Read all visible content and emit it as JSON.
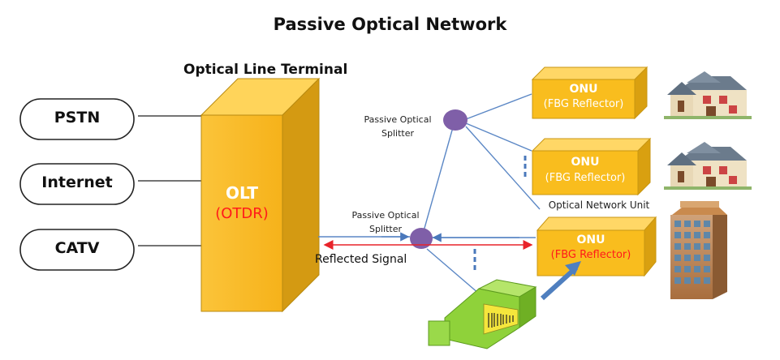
{
  "title": "Passive Optical Network",
  "olt_heading": "Optical Line Terminal",
  "services": [
    "PSTN",
    "Internet",
    "CATV"
  ],
  "olt": {
    "label": "OLT",
    "sublabel": "(OTDR)"
  },
  "splitters": {
    "top": [
      "Passive Optical",
      "Splitter"
    ],
    "bottom": [
      "Passive Optical",
      "Splitter"
    ]
  },
  "onus": [
    {
      "label": "ONU",
      "sublabel": "(FBG Reflector)"
    },
    {
      "label": "ONU",
      "sublabel": "(FBG Reflector)"
    },
    {
      "label": "ONU",
      "sublabel": "(FBG Reflector)"
    }
  ],
  "onu_caption": "Optical Network Unit",
  "reflected_signal": "Reflected Signal",
  "colors": {
    "olt_front": "#fbbf24",
    "olt_side": "#d49a12",
    "onu_front": "#f9bd1e",
    "splitter": "#7f5fa8",
    "link": "#5b87c5",
    "reflected_arrow": "#e8232a",
    "connector": "#8fd23a"
  },
  "icons": [
    "house-icon",
    "house-icon",
    "office-building-icon",
    "fbg-connector-icon"
  ]
}
